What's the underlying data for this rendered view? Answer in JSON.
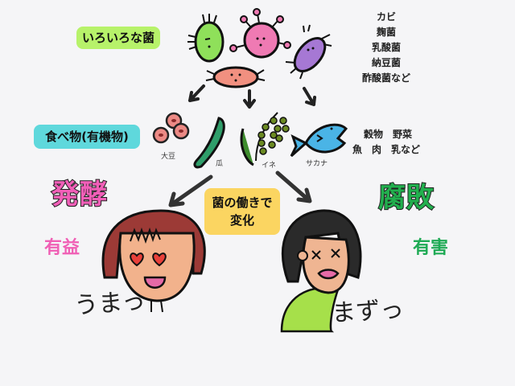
{
  "labels": {
    "microbes_title": "いろいろな菌",
    "food_title": "食べ物(有機物)",
    "process": [
      "菌の働きで",
      "変化"
    ],
    "ferment": "発酵",
    "decay": "腐敗",
    "benefit": "有益",
    "harm": "有害",
    "tasty": "うまっ",
    "yucky": "まずっ"
  },
  "microbe_list": [
    "カビ",
    "麹菌",
    "乳酸菌",
    "納豆菌",
    "酢酸菌など"
  ],
  "food_list": [
    "穀物　野菜",
    "魚　肉　乳など"
  ],
  "food_items": [
    {
      "name": "大豆",
      "icon": "soybean-icon"
    },
    {
      "name": "瓜",
      "icon": "cucumber-icon"
    },
    {
      "name": "イネ",
      "icon": "rice-plant-icon"
    },
    {
      "name": "サカナ",
      "icon": "fish-icon"
    }
  ],
  "colors": {
    "green_box": "#b7f26a",
    "cyan_box": "#5fd8dc",
    "yellow_box": "#fbd561",
    "ferment_pink": "#f15fb8",
    "decay_green": "#22b04e",
    "background": "#f5f5f7"
  }
}
